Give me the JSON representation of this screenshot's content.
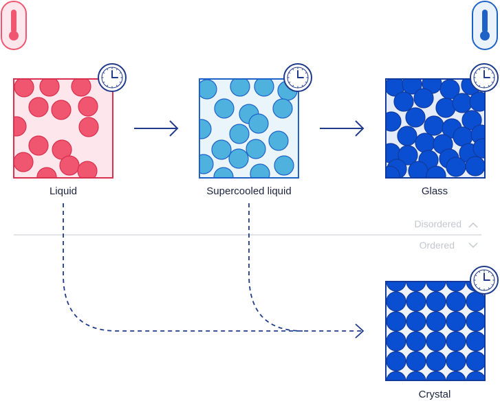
{
  "labels": {
    "liquid": "Liquid",
    "supercooled": "Supercooled liquid",
    "glass": "Glass",
    "crystal": "Crystal"
  },
  "divider": {
    "disordered": "Disordered",
    "ordered": "Ordered"
  },
  "icons": {
    "hot": "thermometer-hot-icon",
    "cold": "thermometer-cold-icon",
    "time": "clock-icon",
    "up": "chevron-up-icon",
    "down": "chevron-down-icon"
  },
  "colors": {
    "red": "#f0566f",
    "red_stroke": "#d8304e",
    "red_bg": "#fde6ec",
    "light_blue": "#4fb1de",
    "light_blue_stroke": "#1e62c8",
    "light_blue_bg": "#eaf5fb",
    "dark_blue": "#0a4fd1",
    "dark_blue_stroke": "#123a9c",
    "dark_blue_bg": "#e3ecf8",
    "navy": "#1f3a8a",
    "gray": "#c3c7cf"
  }
}
